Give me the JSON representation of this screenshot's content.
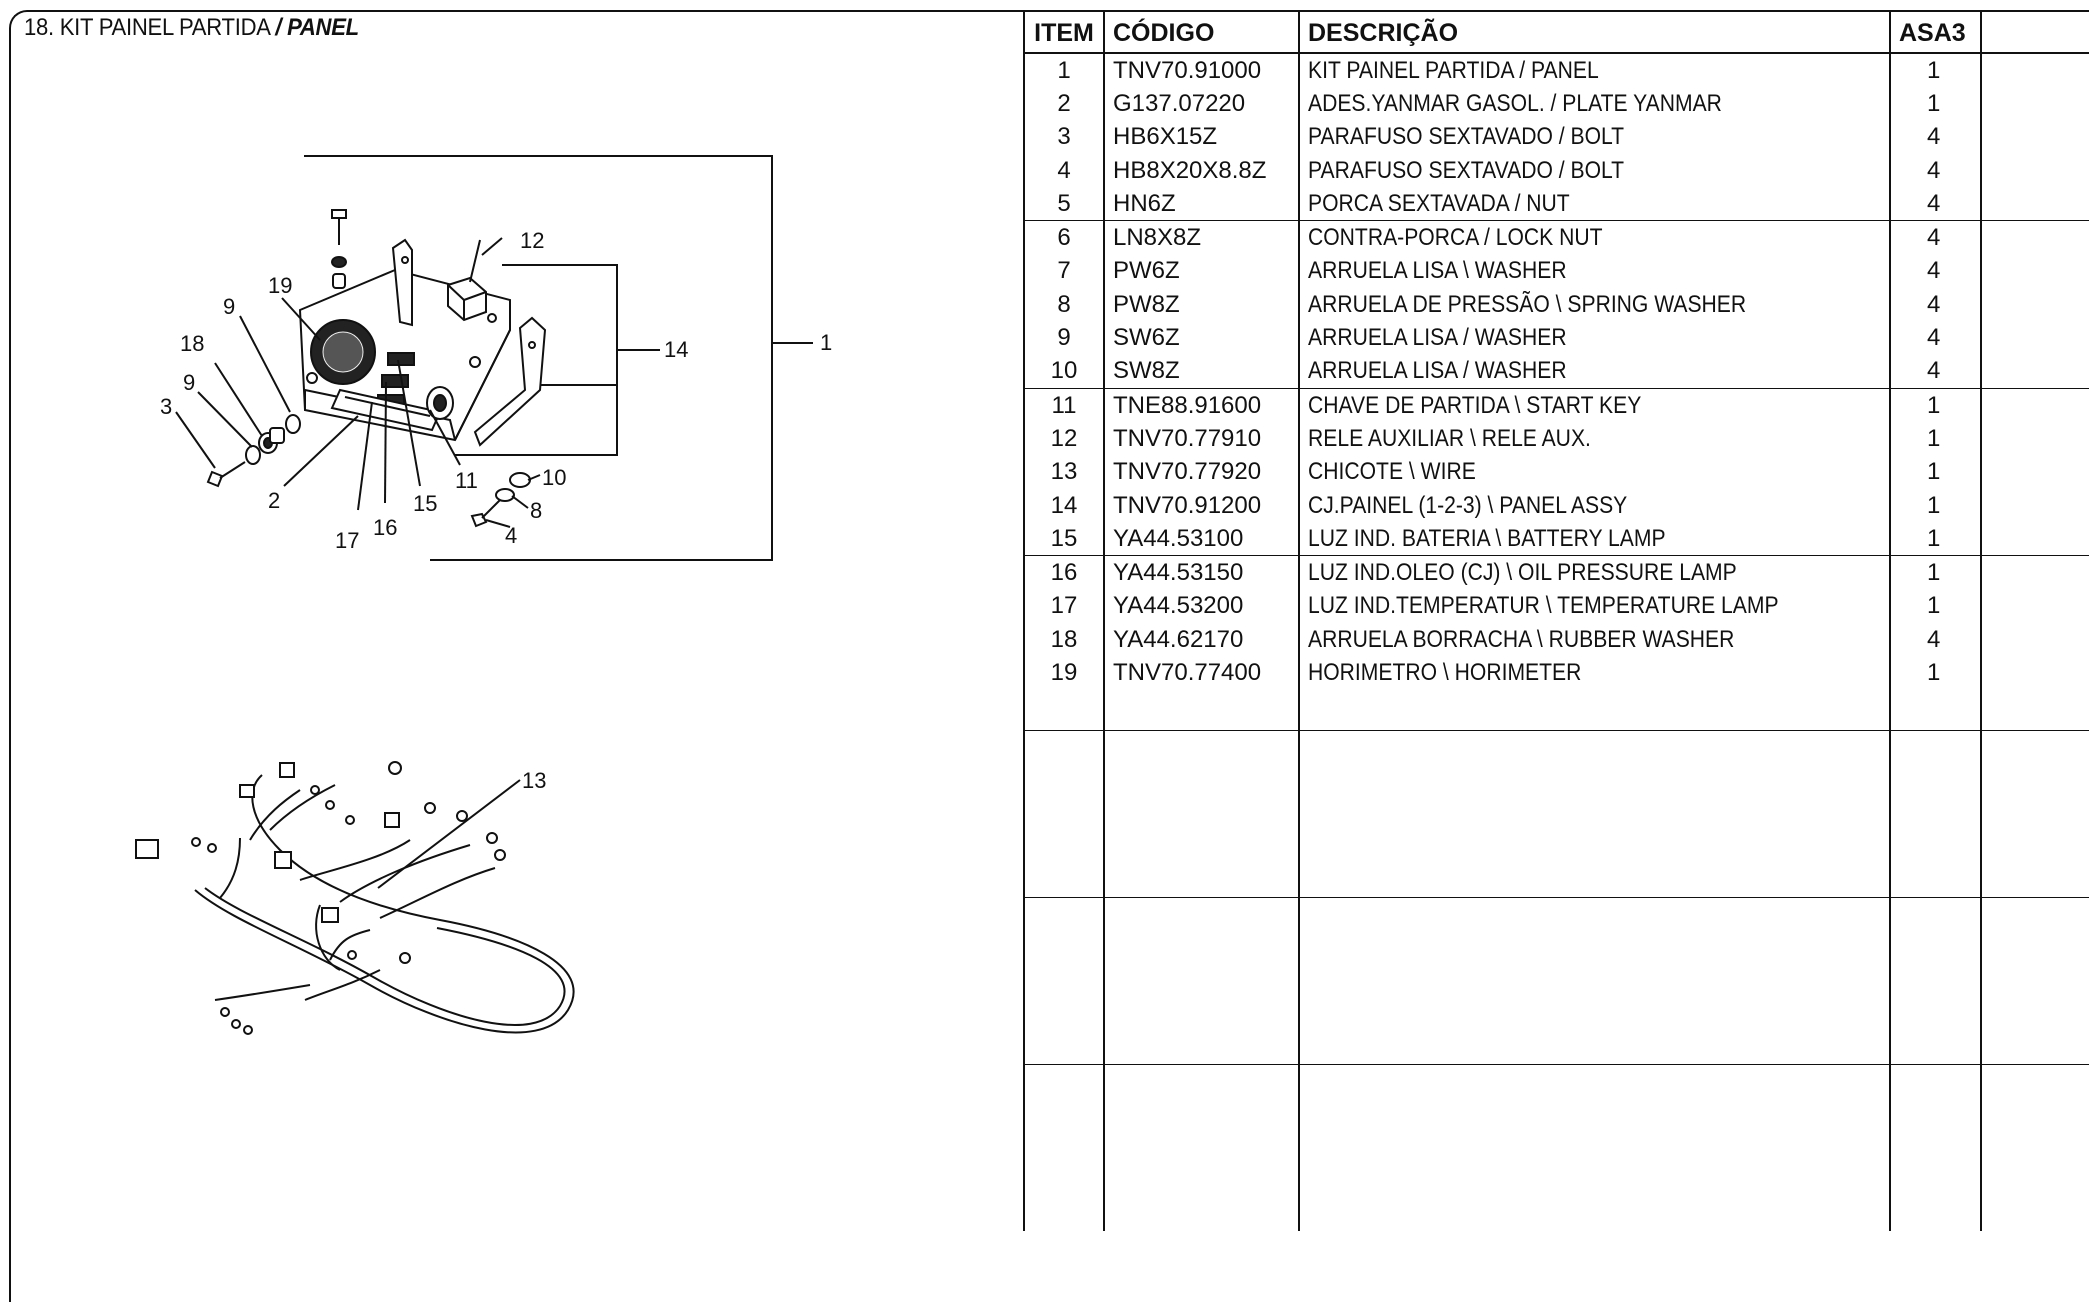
{
  "header": {
    "title_pt": "18. KIT PAINEL PARTIDA ",
    "title_en": "/ PANEL"
  },
  "table": {
    "columns": [
      "ITEM",
      "CÓDIGO",
      "DESCRIÇÃO",
      "ASA3",
      ""
    ],
    "rows": [
      {
        "item": "1",
        "code": "TNV70.91000",
        "desc": "KIT PAINEL PARTIDA / PANEL",
        "qty": "1"
      },
      {
        "item": "2",
        "code": "G137.07220",
        "desc": "ADES.YANMAR GASOL. / PLATE YANMAR",
        "qty": "1"
      },
      {
        "item": "3",
        "code": "HB6X15Z",
        "desc": "PARAFUSO SEXTAVADO / BOLT",
        "qty": "4"
      },
      {
        "item": "4",
        "code": "HB8X20X8.8Z",
        "desc": "PARAFUSO SEXTAVADO / BOLT",
        "qty": "4"
      },
      {
        "item": "5",
        "code": "HN6Z",
        "desc": "PORCA SEXTAVADA / NUT",
        "qty": "4"
      },
      {
        "item": "6",
        "code": "LN8X8Z",
        "desc": "CONTRA-PORCA / LOCK NUT",
        "qty": "4"
      },
      {
        "item": "7",
        "code": "PW6Z",
        "desc": "ARRUELA LISA \\ WASHER",
        "qty": "4"
      },
      {
        "item": "8",
        "code": "PW8Z",
        "desc": "ARRUELA DE PRESSÃO \\ SPRING WASHER",
        "qty": "4"
      },
      {
        "item": "9",
        "code": "SW6Z",
        "desc": "ARRUELA LISA / WASHER",
        "qty": "4"
      },
      {
        "item": "10",
        "code": "SW8Z",
        "desc": "ARRUELA LISA / WASHER",
        "qty": "4"
      },
      {
        "item": "11",
        "code": "TNE88.91600",
        "desc": "CHAVE DE PARTIDA \\ START KEY",
        "qty": "1"
      },
      {
        "item": "12",
        "code": "TNV70.77910",
        "desc": "RELE AUXILIAR \\ RELE AUX.",
        "qty": "1"
      },
      {
        "item": "13",
        "code": "TNV70.77920",
        "desc": "CHICOTE \\ WIRE",
        "qty": "1"
      },
      {
        "item": "14",
        "code": "TNV70.91200",
        "desc": "CJ.PAINEL (1-2-3) \\ PANEL ASSY",
        "qty": "1"
      },
      {
        "item": "15",
        "code": "YA44.53100",
        "desc": "LUZ IND. BATERIA \\ BATTERY LAMP",
        "qty": "1"
      },
      {
        "item": "16",
        "code": "YA44.53150",
        "desc": "LUZ IND.OLEO (CJ) \\ OIL PRESSURE LAMP",
        "qty": "1"
      },
      {
        "item": "17",
        "code": "YA44.53200",
        "desc": "LUZ IND.TEMPERATUR \\ TEMPERATURE LAMP",
        "qty": "1"
      },
      {
        "item": "18",
        "code": "YA44.62170",
        "desc": "ARRUELA BORRACHA \\ RUBBER WASHER",
        "qty": "4"
      },
      {
        "item": "19",
        "code": "TNV70.77400",
        "desc": "HORIMETRO \\ HORIMETER",
        "qty": "1"
      }
    ]
  },
  "diagram": {
    "callouts": [
      "1",
      "2",
      "3",
      "4",
      "8",
      "9",
      "9",
      "10",
      "11",
      "12",
      "13",
      "14",
      "15",
      "16",
      "17",
      "18",
      "19"
    ]
  }
}
